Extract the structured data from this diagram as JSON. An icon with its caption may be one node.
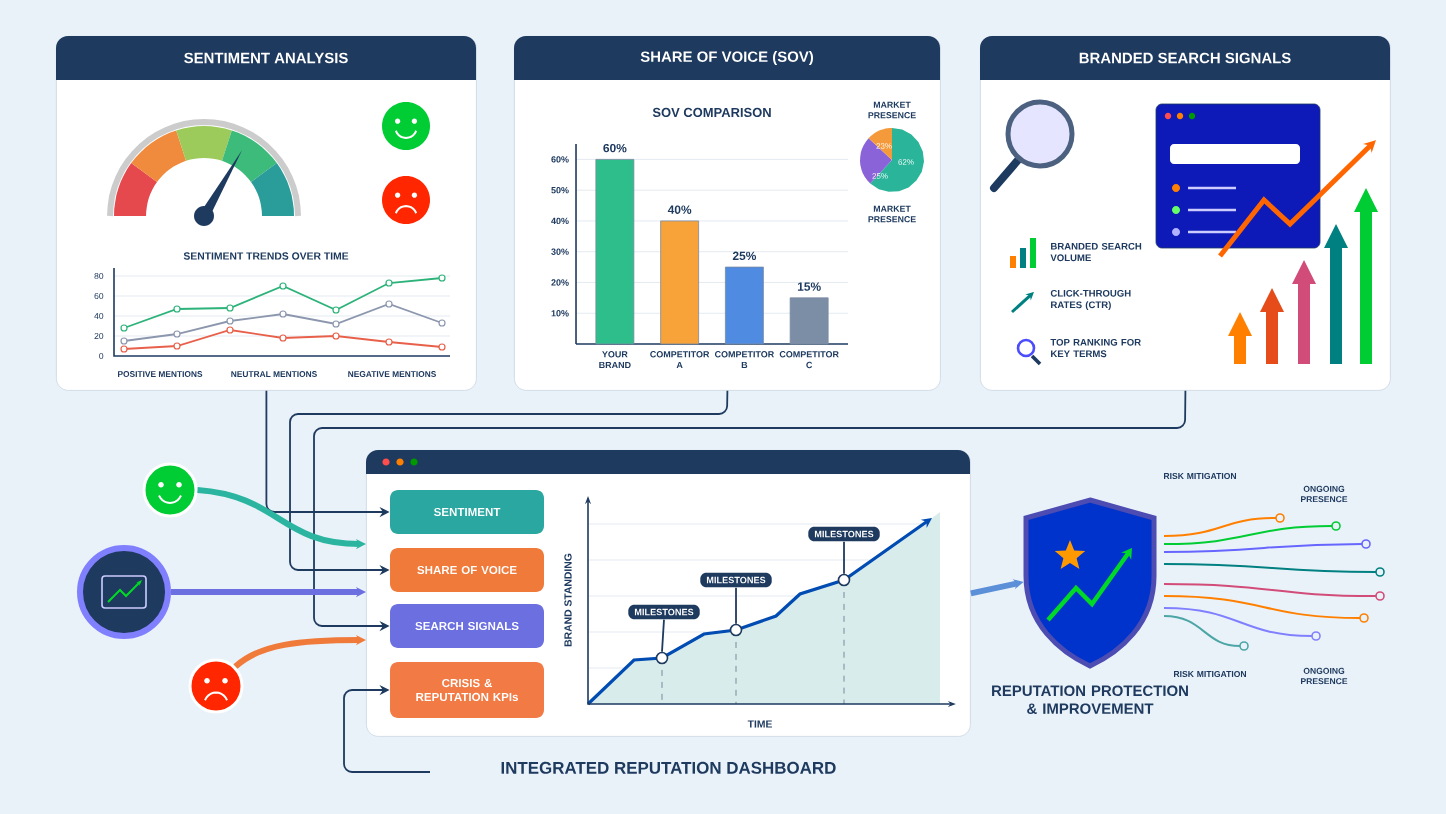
{
  "diagram": {
    "nodes": [
      {
        "text": [
          "SENTIMENT ANALYSIS"
        ]
      },
      {
        "text": [
          "SHARE OF VOICE (SOV)"
        ]
      },
      {
        "text": [
          "BRANDED SEARCH SIGNALS"
        ]
      },
      {
        "text": [],
        "shape": "circle"
      },
      {
        "text": [],
        "shape": "circle"
      },
      {
        "text": [],
        "shape": "circle"
      },
      {
        "text": [
          "INTEGRATED REPUTATION DASHBOARD"
        ]
      },
      {
        "text": [
          "SENTIMENT"
        ],
        "in": 6
      },
      {
        "text": [
          "SHARE OF VOICE"
        ],
        "in": 6
      },
      {
        "text": [
          "SEARCH SIGNALS"
        ],
        "in": 6
      },
      {
        "text": [
          "CRISIS & REPUTATION KPIs"
        ],
        "in": 6
      },
      {
        "text": [
          "REPUTATION PROTECTION & IMPROVEMENT"
        ]
      },
      {
        "text": [
          "MILESTONES"
        ],
        "in": 6
      },
      {
        "text": [
          "MILESTONES"
        ],
        "in": 6
      },
      {
        "text": [
          "MILESTONES"
        ],
        "in": 6
      },
      {
        "text": [],
        "shape": "circle",
        "in": 6
      },
      {
        "text": [],
        "shape": "circle",
        "in": 6
      },
      {
        "text": [],
        "shape": "circle",
        "in": 6
      }
    ],
    "edges": [
      {
        "from": 0,
        "to": 7,
        "arrow": "to"
      },
      {
        "from": 1,
        "to": 8,
        "arrow": "to"
      },
      {
        "from": 2,
        "to": 9,
        "arrow": "to"
      },
      {
        "from": 3,
        "to": 6,
        "arrow": "to",
        "style": "thick",
        "color": "#2bb5a0"
      },
      {
        "from": 4,
        "to": 6,
        "arrow": "to",
        "style": "thick",
        "color": "#6b6fe0"
      },
      {
        "from": 5,
        "to": 6,
        "arrow": "to",
        "style": "thick",
        "color": "#f07a3a"
      },
      {
        "from": null,
        "to": 10,
        "arrow": "to"
      },
      {
        "from": 6,
        "to": 11,
        "arrow": "to",
        "style": "thick",
        "color": "#5b8fd8"
      },
      {
        "from": 12,
        "to": 15,
        "arrow": "none"
      },
      {
        "from": 13,
        "to": 16,
        "arrow": "none"
      },
      {
        "from": 14,
        "to": 17,
        "arrow": "none"
      }
    ],
    "labels": [
      "SENTIMENT TRENDS OVER TIME",
      "80",
      "60",
      "40",
      "20",
      "0",
      "POSITIVE MENTIONS",
      "NEUTRAL MENTIONS",
      "NEGATIVE MENTIONS",
      "MARKET PRESENCE",
      "23%",
      "25%",
      "62%",
      "MARKET PRESENCE",
      "BRANDED SEARCH VOLUME",
      "CLICK-THROUGH RATES (CTR)",
      "TOP RANKING FOR KEY TERMS",
      "BRAND STANDING",
      "TIME",
      "RISK MITIGATION",
      "ONGOING PRESENCE",
      "RISK MITIGATION",
      "ONGOING PRESENCE"
    ],
    "chart_data": {
      "type": "bar",
      "title": "SOV COMPARISON",
      "categories": [
        "YOUR BRAND",
        "COMPETITOR A",
        "COMPETITOR B",
        "COMPETITOR C"
      ],
      "values": [
        60,
        40,
        25,
        15
      ],
      "ylim": [
        0,
        65
      ],
      "yticks": [
        {
          "value": 10,
          "label": "10%"
        },
        {
          "value": 20,
          "label": "20%"
        },
        {
          "value": 30,
          "label": "30%"
        },
        {
          "value": 40,
          "label": "40%"
        },
        {
          "value": 50,
          "label": "50%"
        },
        {
          "value": 60,
          "label": "60%"
        }
      ],
      "value_labels": [
        "60%",
        "40%",
        "25%",
        "15%"
      ],
      "grid": true
    }
  }
}
